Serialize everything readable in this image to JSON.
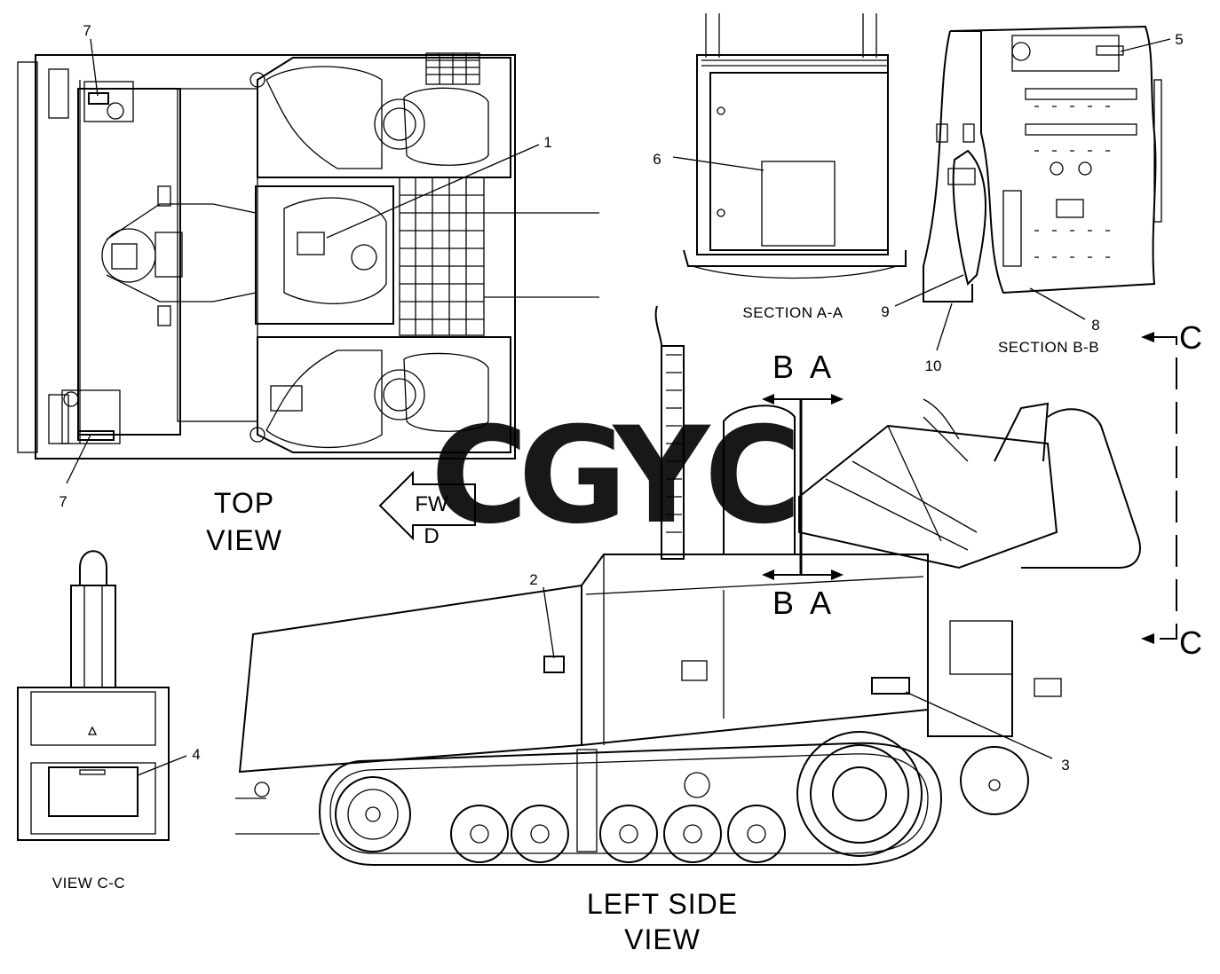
{
  "views": {
    "top": {
      "line1": "TOP",
      "line2": "VIEW"
    },
    "left_side": {
      "line1": "LEFT SIDE",
      "line2": "VIEW"
    },
    "section_aa": "SECTION A-A",
    "section_bb": "SECTION B-B",
    "view_cc": "VIEW C-C"
  },
  "direction_arrow": {
    "line1": "FW",
    "line2": "D"
  },
  "section_marks": {
    "upper": "B  A",
    "lower": "B  A",
    "c_top": "C",
    "c_bottom": "C"
  },
  "callouts": [
    "1",
    "2",
    "3",
    "4",
    "5",
    "6",
    "7",
    "7",
    "8",
    "9",
    "10"
  ],
  "watermark": {
    "letters": [
      "C",
      "G",
      "Y",
      "C"
    ],
    "colors": [
      "#4f8cf0",
      "#ef7b6c",
      "#f5c242",
      "#45b57a"
    ]
  }
}
